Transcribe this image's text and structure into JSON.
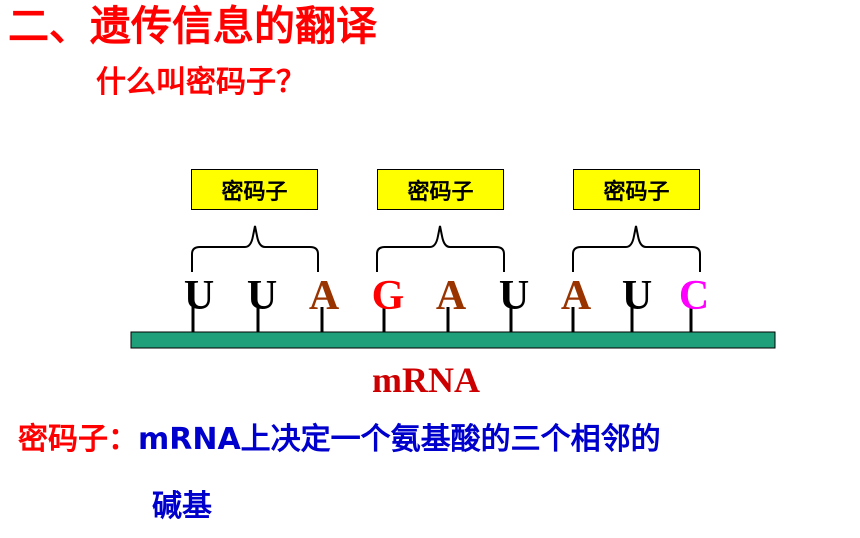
{
  "title": "二、遗传信息的翻译",
  "subtitle": "什么叫密码子？",
  "codon_labels": [
    "密码子",
    "密码子",
    "密码子"
  ],
  "bases": [
    {
      "letter": "U",
      "color": "#000000"
    },
    {
      "letter": "U",
      "color": "#000000"
    },
    {
      "letter": "A",
      "color": "#993300"
    },
    {
      "letter": "G",
      "color": "#ff0000"
    },
    {
      "letter": "A",
      "color": "#993300"
    },
    {
      "letter": "U",
      "color": "#000000"
    },
    {
      "letter": "A",
      "color": "#993300"
    },
    {
      "letter": "U",
      "color": "#000000"
    },
    {
      "letter": "C",
      "color": "#ff00ff"
    }
  ],
  "mrna_label": "mRNA",
  "definition": {
    "term": "密码子：",
    "text": "mRNA上决定一个氨基酸的三个相邻的",
    "continuation": "碱基"
  },
  "colors": {
    "strand": "#1fa07a",
    "codon_box": "#ffff00",
    "title": "#ff0000",
    "definition_text": "#0000cc"
  }
}
